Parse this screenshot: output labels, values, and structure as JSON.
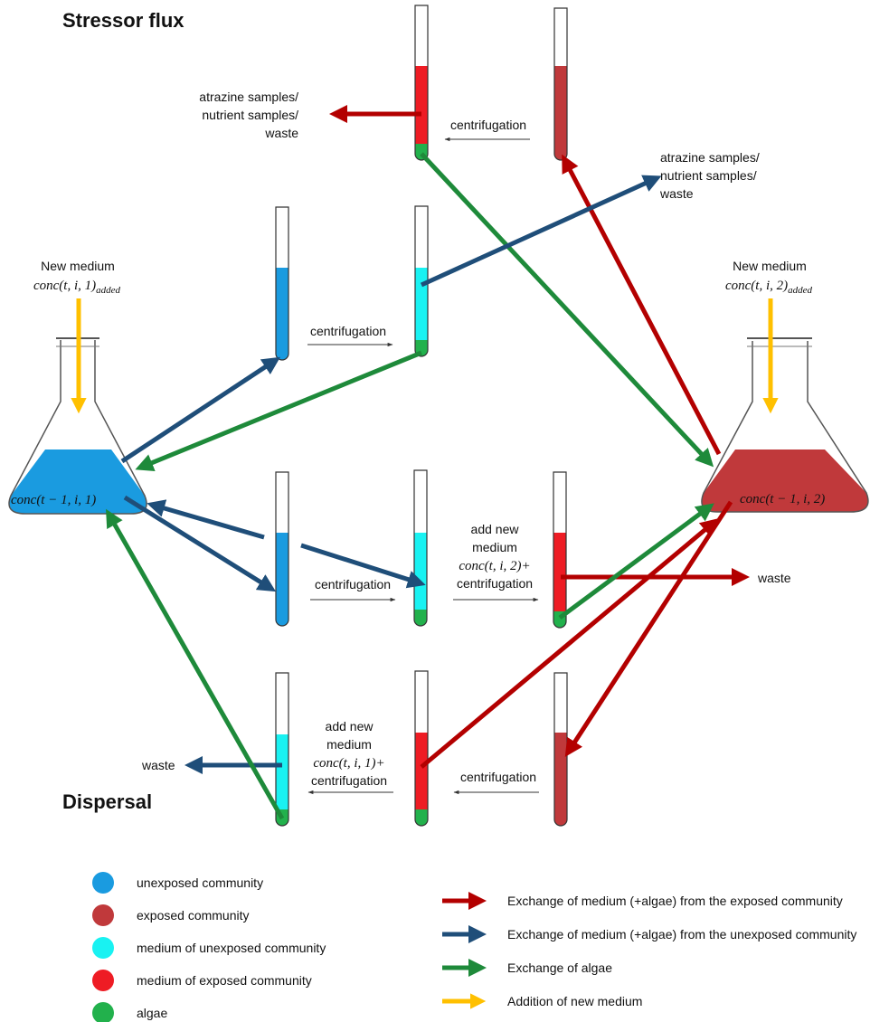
{
  "titles": {
    "stressor_flux": "Stressor flux",
    "dispersal": "Dispersal"
  },
  "colors": {
    "unexposed": "#1a9be0",
    "exposed": "#c0393b",
    "medium_unexposed": "#19f2f2",
    "medium_exposed": "#ee1c24",
    "algae": "#22b14c",
    "arrow_red": "#b30000",
    "arrow_blue": "#1f4e79",
    "arrow_green": "#1e8a3a",
    "arrow_yellow": "#ffc000"
  },
  "flask_left": {
    "new_medium": "New medium",
    "added_label": "conc(t, i, 1)",
    "added_sub": "added",
    "content": "conc(t − 1, i, 1)"
  },
  "flask_right": {
    "new_medium": "New medium",
    "added_label": "conc(t, i, 2)",
    "added_sub": "added",
    "content": "conc(t − 1, i, 2)"
  },
  "labels": {
    "samples_line1": "atrazine samples/",
    "samples_line2": "nutrient samples/",
    "samples_line3": "waste",
    "centrifugation": "centrifugation",
    "waste": "waste",
    "add_new": "add new",
    "medium": "medium",
    "conc_2": "conc(t, i, 2)+",
    "conc_1": "conc(t, i, 1)+",
    "centrifugation_trail": "centrifugation"
  },
  "legend_left": [
    {
      "label": "unexposed community",
      "color_key": "unexposed"
    },
    {
      "label": "exposed community",
      "color_key": "exposed"
    },
    {
      "label": "medium of unexposed community",
      "color_key": "medium_unexposed"
    },
    {
      "label": "medium of exposed community",
      "color_key": "medium_exposed"
    },
    {
      "label": "algae",
      "color_key": "algae"
    }
  ],
  "legend_right": [
    {
      "label": "Exchange of medium (+algae) from the exposed community",
      "color_key": "arrow_red"
    },
    {
      "label": "Exchange of medium (+algae) from the unexposed community",
      "color_key": "arrow_blue"
    },
    {
      "label": "Exchange of algae",
      "color_key": "arrow_green"
    },
    {
      "label": "Addition of new medium",
      "color_key": "arrow_yellow"
    }
  ]
}
